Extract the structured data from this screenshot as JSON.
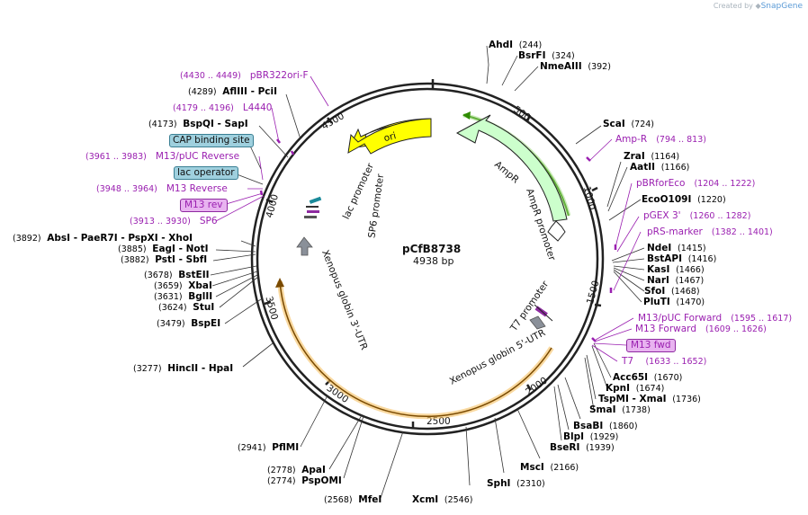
{
  "watermark": {
    "prefix": "Created by",
    "brand": "SnapGene"
  },
  "plasmid": {
    "name": "pCfB8738",
    "length_label": "4938 bp"
  },
  "ticks": [
    "500",
    "1000",
    "1500",
    "2000",
    "2500",
    "3000",
    "3500",
    "4000",
    "4500"
  ],
  "enzymes_right": [
    {
      "name": "AhdI",
      "pos": "(244)"
    },
    {
      "name": "BsrFI",
      "pos": "(324)"
    },
    {
      "name": "NmeAIII",
      "pos": "(392)"
    },
    {
      "name": "ScaI",
      "pos": "(724)"
    },
    {
      "name": "ZraI",
      "pos": "(1164)"
    },
    {
      "name": "AatII",
      "pos": "(1166)"
    },
    {
      "name": "EcoO109I",
      "pos": "(1220)"
    },
    {
      "name": "NdeI",
      "pos": "(1415)"
    },
    {
      "name": "BstAPI",
      "pos": "(1416)"
    },
    {
      "name": "KasI",
      "pos": "(1466)"
    },
    {
      "name": "NarI",
      "pos": "(1467)"
    },
    {
      "name": "SfoI",
      "pos": "(1468)"
    },
    {
      "name": "PluTI",
      "pos": "(1470)"
    },
    {
      "name": "Acc65I",
      "pos": "(1670)"
    },
    {
      "name": "KpnI",
      "pos": "(1674)"
    },
    {
      "name": "TspMI - XmaI",
      "pos": "(1736)"
    },
    {
      "name": "SmaI",
      "pos": "(1738)"
    },
    {
      "name": "BsaBI",
      "pos": "(1860)"
    },
    {
      "name": "BlpI",
      "pos": "(1929)"
    },
    {
      "name": "BseRI",
      "pos": "(1939)"
    },
    {
      "name": "MscI",
      "pos": "(2166)"
    },
    {
      "name": "SphI",
      "pos": "(2310)"
    },
    {
      "name": "XcmI",
      "pos": "(2546)"
    }
  ],
  "enzymes_left": [
    {
      "name": "AflIII - PciI",
      "pos": "(4289)"
    },
    {
      "name": "BspQI - SapI",
      "pos": "(4173)"
    },
    {
      "name": "AbsI - PaeR7I - PspXI - XhoI",
      "pos": "(3892)"
    },
    {
      "name": "EagI - NotI",
      "pos": "(3885)"
    },
    {
      "name": "PstI - SbfI",
      "pos": "(3882)"
    },
    {
      "name": "BstEII",
      "pos": "(3678)"
    },
    {
      "name": "XbaI",
      "pos": "(3659)"
    },
    {
      "name": "BglII",
      "pos": "(3631)"
    },
    {
      "name": "StuI",
      "pos": "(3624)"
    },
    {
      "name": "BspEI",
      "pos": "(3479)"
    },
    {
      "name": "HincII - HpaI",
      "pos": "(3277)"
    },
    {
      "name": "PflMI",
      "pos": "(2941)"
    },
    {
      "name": "ApaI",
      "pos": "(2778)"
    },
    {
      "name": "PspOMI",
      "pos": "(2774)"
    },
    {
      "name": "MfeI",
      "pos": "(2568)"
    }
  ],
  "primers_right": [
    {
      "name": "Amp-R",
      "pos": "(794 .. 813)"
    },
    {
      "name": "pBRforEco",
      "pos": "(1204 .. 1222)"
    },
    {
      "name": "pGEX 3'",
      "pos": "(1260 .. 1282)"
    },
    {
      "name": "pRS-marker",
      "pos": "(1382 .. 1401)"
    },
    {
      "name": "M13/pUC Forward",
      "pos": "(1595 .. 1617)"
    },
    {
      "name": "M13 Forward",
      "pos": "(1609 .. 1626)"
    },
    {
      "name": "M13 fwd",
      "pos": ""
    },
    {
      "name": "T7",
      "pos": "(1633 .. 1652)"
    }
  ],
  "primers_left": [
    {
      "name": "pBR322ori-F",
      "pos": "(4430 .. 4449)"
    },
    {
      "name": "L4440",
      "pos": "(4179 .. 4196)"
    },
    {
      "name": "M13/pUC Reverse",
      "pos": "(3961 .. 3983)"
    },
    {
      "name": "M13 Reverse",
      "pos": "(3948 .. 3964)"
    },
    {
      "name": "M13 rev",
      "pos": ""
    },
    {
      "name": "SP6",
      "pos": "(3913 .. 3930)"
    }
  ],
  "boxes": {
    "cap": "CAP binding site",
    "lac_op": "lac operator"
  },
  "features": {
    "ori": "ori",
    "ampr": "AmpR",
    "ampr_promoter": "AmpR promoter",
    "lac_promoter": "lac promoter",
    "sp6_promoter": "SP6 promoter",
    "t7_promoter": "T7 promoter",
    "globin5": "Xenopus globin 5'-UTR",
    "globin3": "Xenopus globin 3'-UTR"
  },
  "colors": {
    "enzyme": "#111111",
    "primer": "#9a1fb0",
    "ori": "#ffff00",
    "ampr": "#ccffcc",
    "ampr_line": "#2e8b00",
    "globin_line": "#e6a020",
    "box_blue": "#9fd0de",
    "box_purple": "#e8b3f0"
  }
}
